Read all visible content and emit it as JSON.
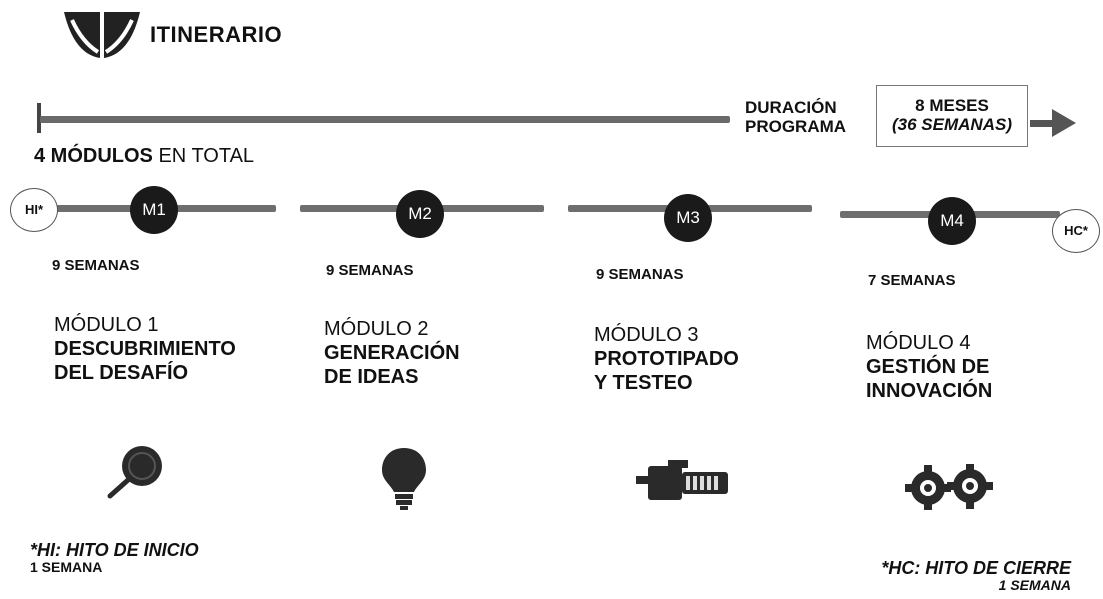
{
  "header": {
    "logo_icon": "leaf-logo-icon",
    "title": "ITINERARIO"
  },
  "duration": {
    "label_line1": "DURACIÓN",
    "label_line2": "PROGRAMA",
    "months": "8 MESES",
    "weeks": "(36 SEMANAS)"
  },
  "total": {
    "bold": "4 MÓDULOS",
    "rest": " EN TOTAL"
  },
  "timeline": {
    "start_marker": "HI*",
    "end_marker": "HC*",
    "nodes": [
      "M1",
      "M2",
      "M3",
      "M4"
    ]
  },
  "modules": [
    {
      "weeks": "9 SEMANAS",
      "number": "MÓDULO 1",
      "name_line1": "DESCUBRIMIENTO",
      "name_line2": "DEL DESAFÍO",
      "icon": "magnifying-glass-icon"
    },
    {
      "weeks": "9 SEMANAS",
      "number": "MÓDULO 2",
      "name_line1": "GENERACIÓN",
      "name_line2": "DE IDEAS",
      "icon": "lightbulb-icon"
    },
    {
      "weeks": "9 SEMANAS",
      "number": "MÓDULO 3",
      "name_line1": "PROTOTIPADO",
      "name_line2": "Y TESTEO",
      "icon": "machine-icon"
    },
    {
      "weeks": "7 SEMANAS",
      "number": "MÓDULO 4",
      "name_line1": "GESTIÓN DE",
      "name_line2": "INNOVACIÓN",
      "icon": "gears-icon"
    }
  ],
  "notes": {
    "start_title": "*HI: HITO DE INICIO",
    "start_duration": "1 SEMANA",
    "end_title": "*HC: HITO DE CIERRE",
    "end_duration": "1 SEMANA"
  }
}
